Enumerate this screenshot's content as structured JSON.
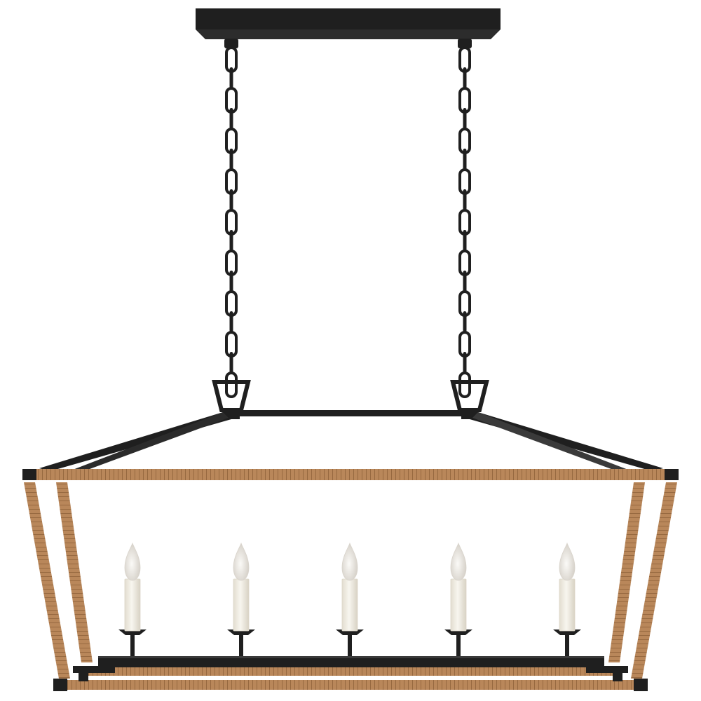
{
  "image": {
    "subject": "linear-lantern-chandelier",
    "background_color": "#ffffff",
    "colors": {
      "iron": "#1f1f1f",
      "iron_highlight": "#3a3a3a",
      "rattan": "#b9875a",
      "rattan_dark": "#8c5f37",
      "candle": "#f4f1e8",
      "candle_shade": "#dcd6c8",
      "bulb": "#f7f4ef",
      "bulb_shade": "#d9d4cc"
    },
    "candle_count": 5,
    "chain_count": 2
  }
}
